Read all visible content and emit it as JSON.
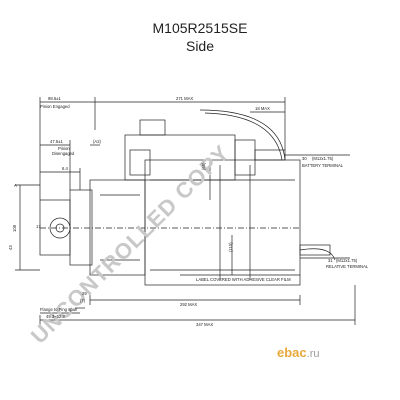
{
  "header": {
    "part_number": "M105R2515SE",
    "view": "Side"
  },
  "dimensions": {
    "pinion_engaged_len": "98.5±1",
    "pinion_engaged_lbl": "Pinion Engaged",
    "max_271": "271 MAX",
    "max_18": "18 MAX",
    "pinion_disengaged_len": "47.5±1",
    "pinion_disengaged_lbl1": "Pinion",
    "pinion_disengaged_lbl2": "Disengaged",
    "a2": "(A2)",
    "b65": "(65)",
    "v64": "6.4",
    "battery_dim": "30",
    "battery_thread": "(M12x1.75)",
    "battery_lbl": "BATTERY TERMINAL",
    "dia_108": "108",
    "marker_a": "A",
    "dim_110": "(110)",
    "dim_43": "43",
    "relative_dim": "31",
    "relative_thread": "(M12x1.75)",
    "relative_lbl": "RELATIVE TERMINAL",
    "label_note": "LABEL COVERED WITH ADHESIVE CLEAR FILM",
    "dim_29": "29",
    "dim_292": "292 MAX",
    "flange_lbl": "Flange to Ping span",
    "flange_val": "49.3~52.3",
    "dim_347": "347 MAX",
    "dim_7": "(7)",
    "dim_17": "17"
  },
  "watermark": "UNCONTROLLED COPY",
  "brand": {
    "name": "ebac",
    "tld": ".ru"
  },
  "colors": {
    "line": "#222222",
    "watermark": "#c8c8c8",
    "brand": "#e8a83a"
  }
}
